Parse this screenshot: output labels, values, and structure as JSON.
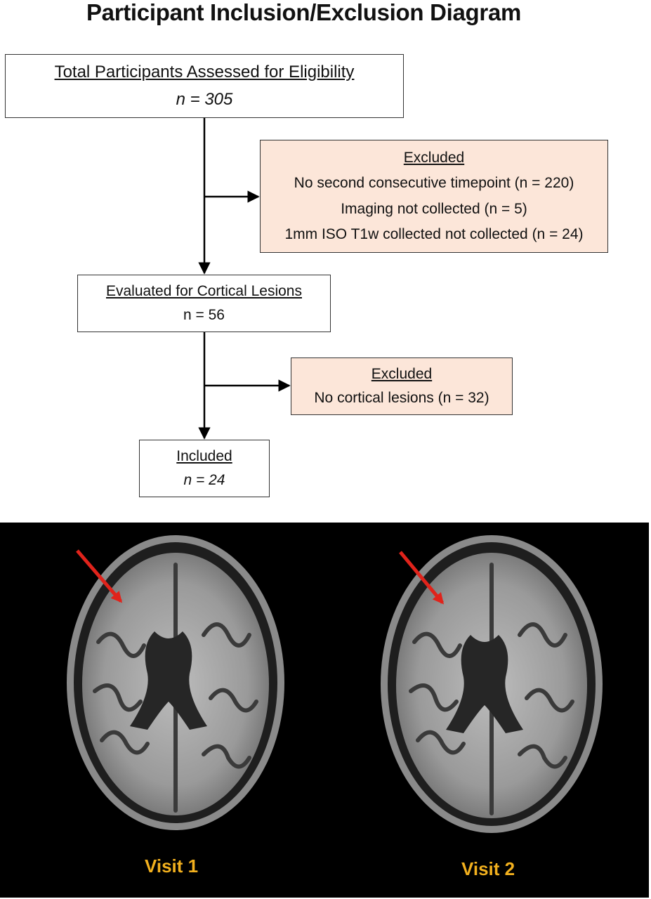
{
  "title": "Participant Inclusion/Exclusion Diagram",
  "boxes": {
    "total": {
      "heading": "Total Participants Assessed for Eligibility",
      "n": "n = 305"
    },
    "excluded_1": {
      "heading": "Excluded",
      "lines": [
        "No second consecutive timepoint (n = 220)",
        "Imaging not collected (n = 5)",
        "1mm ISO T1w collected not collected (n = 24)"
      ]
    },
    "evaluated": {
      "heading": "Evaluated for Cortical Lesions",
      "n": "n = 56"
    },
    "excluded_2": {
      "heading": "Excluded",
      "lines": [
        "No cortical lesions (n = 32)"
      ]
    },
    "included": {
      "heading": "Included",
      "n": "n = 24"
    }
  },
  "images": {
    "visit_1": "Visit 1",
    "visit_2": "Visit 2"
  },
  "colors": {
    "excluded_fill": "#fce6d9",
    "arrow": "#000000",
    "lesion_arrow": "#e0231b",
    "visit_label": "#f2b01e"
  }
}
